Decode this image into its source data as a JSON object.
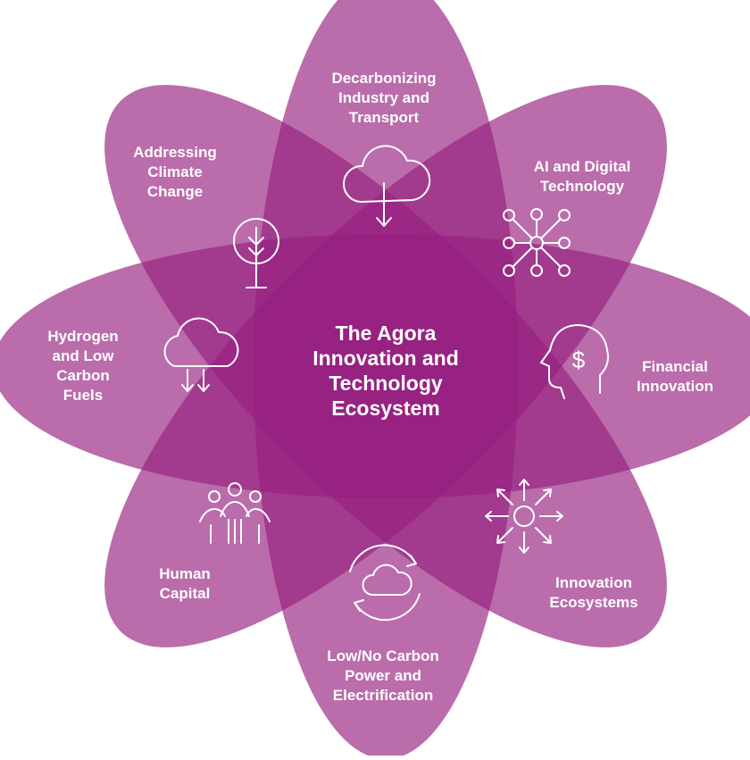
{
  "diagram": {
    "center_title": "The Agora\nInnovation and\nTechnology\nEcosystem",
    "colors": {
      "petal": "#96207f",
      "text": "#ffffff",
      "background": "#ffffff"
    },
    "themes": [
      {
        "label": "Decarbonizing\nIndustry and\nTransport",
        "icon": "cloud-download-icon"
      },
      {
        "label": "AI and Digital\nTechnology",
        "icon": "network-nodes-icon"
      },
      {
        "label": "Financial\nInnovation",
        "icon": "head-dollar-icon"
      },
      {
        "label": "Innovation\nEcosystems",
        "icon": "radiating-arrows-icon"
      },
      {
        "label": "Low/No Carbon\nPower and\nElectrification",
        "icon": "cloud-cycle-icon"
      },
      {
        "label": "Human\nCapital",
        "icon": "people-group-icon"
      },
      {
        "label": "Hydrogen\nand Low\nCarbon\nFuels",
        "icon": "cloud-rain-arrows-icon"
      },
      {
        "label": "Addressing\nClimate\nChange",
        "icon": "tree-icon"
      }
    ]
  }
}
